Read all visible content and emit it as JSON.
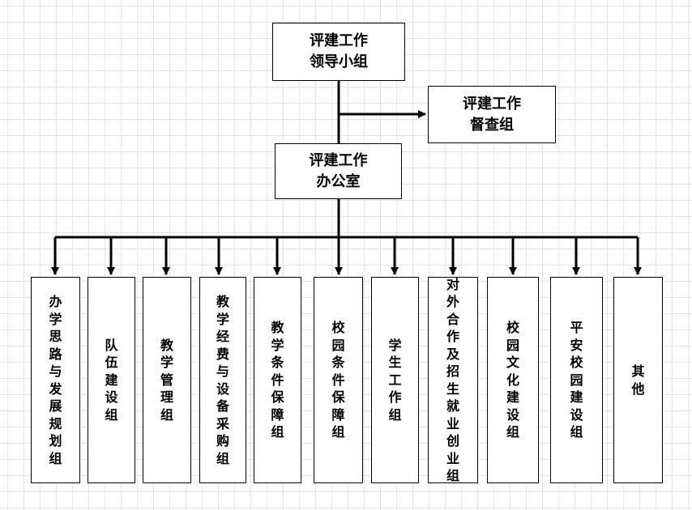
{
  "colors": {
    "line": "#000000",
    "box_border": "#000000",
    "box_fill": "#ffffff",
    "grid": "#e4e4e4"
  },
  "top": {
    "leader": "评建工作\n领导小组",
    "supervisor": "评建工作\n督查组",
    "office": "评建工作\n办公室"
  },
  "groups": [
    "办学思路与发展规划组",
    "队伍建设组",
    "教学管理组",
    "教学经费与设备采购组",
    "教学条件保障组",
    "校园条件保障组",
    "学生工作组",
    "对外合作及招生就业创业组",
    "校园文化建设组",
    "平安校园建设组",
    "其他"
  ]
}
